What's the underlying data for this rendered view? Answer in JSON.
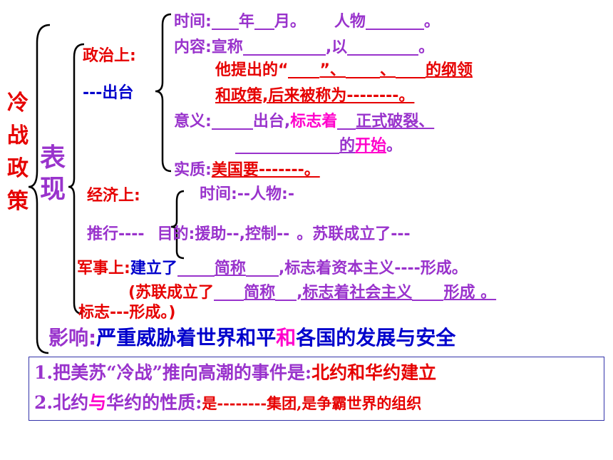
{
  "side_title": [
    "冷",
    "战",
    "政",
    "策"
  ],
  "biao_xian": [
    "表",
    "现"
  ],
  "political": {
    "label": "政治上:",
    "sub_label": "---出台",
    "time_label": "时间:",
    "time_year": "年",
    "time_month": "月。",
    "person_label": "人物",
    "period": "。",
    "content_label": "内容:宣称",
    "content_mid": ",以",
    "content_end": "。",
    "program_line1a": "他提出的“",
    "program_line1b": "”、",
    "program_line1c": "、",
    "program_line1d": "的纲领",
    "program_line2": "和政策,后来被称为--------。",
    "significance_label": "意义:",
    "significance_1": "出台",
    "significance_sep": ",",
    "significance_2": "标志着",
    "significance_3": "正式破裂、",
    "significance_4": "的",
    "significance_5": "开始",
    "significance_6": "。",
    "essence_label": "实质:",
    "essence_text": "美国要-------。"
  },
  "economic": {
    "label": "经济上:",
    "line1": "时间:--人物:-",
    "line2a": "推行----",
    "line2b": "目的:援助--,控制--",
    "line2c": "。苏联成立了---"
  },
  "military": {
    "label": "军事上:",
    "line1a": "建立了",
    "line1b": "简称",
    "line1c": ",标志着资本主义----形成。",
    "line2a": "(苏联成立了",
    "line2b": "简称",
    "line2c": ",标志着社会主义",
    "line2d": "形成 。",
    "line3": "标志---形成。)"
  },
  "influence": {
    "label": "影响:",
    "text_a": "严重威胁着世界和平",
    "text_b": "和",
    "text_c": "各国的发展与安全"
  },
  "box": {
    "q1a": "1.把美苏“冷战”推向高潮的事件是:",
    "q1b": "北约和华约建立",
    "q2a": "2.北约",
    "q2b": "与",
    "q2c": "华约的性质:",
    "q2d": "是--------集团,是争霸世界的组织"
  },
  "colors": {
    "purple": "#9933cc",
    "red": "#e60000",
    "blue": "#0000cc",
    "magenta": "#ff00cc"
  }
}
